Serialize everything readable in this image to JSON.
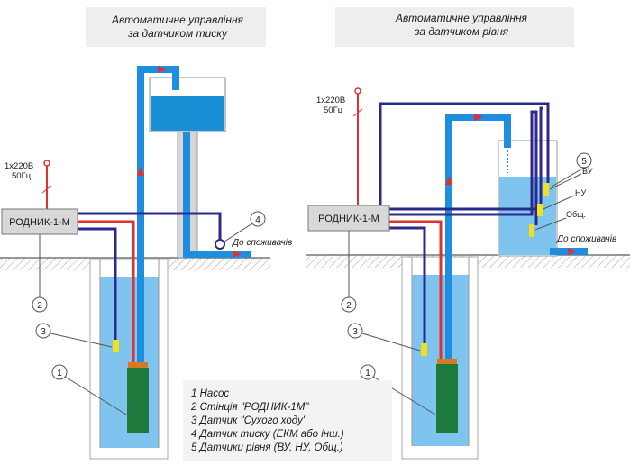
{
  "left": {
    "title_line1": "Автоматичне управління",
    "title_line2": "за датчиком тиску",
    "controller": "РОДНИК-1-М",
    "power_line1": "1х220В",
    "power_line2": "50Гц",
    "consumer": "До споживачів",
    "callouts": {
      "c1": "1",
      "c2": "2",
      "c3": "3",
      "c4": "4"
    }
  },
  "right": {
    "title_line1": "Автоматичне управління",
    "title_line2": "за датчиком рівня",
    "controller": "РОДНИК-1-М",
    "power_line1": "1х220В",
    "power_line2": "50Гц",
    "consumer": "До споживачів",
    "callouts": {
      "c1": "1",
      "c2": "2",
      "c3": "3",
      "c5": "5"
    },
    "sensor_labels": {
      "vu": "ВУ",
      "nu": "НУ",
      "common": "Общ."
    }
  },
  "legend": [
    "1 Насос",
    "2 Стінція \"РОДНИК-1М\"",
    "3 Датчик \"Сухого ходу\"",
    "4 Датчик тиску (ЕКМ або інш.)",
    "5 Датчики рівня (ВУ, НУ, Общ.)"
  ],
  "colors": {
    "water": "#7fc4ee",
    "pipe": "#1e8fe0",
    "tank_water": "#1a8fd6",
    "cable_blue": "#2a2a8c",
    "cable_red": "#e03030",
    "pump": "#1e7a3c",
    "sensor": "#f0e020"
  }
}
